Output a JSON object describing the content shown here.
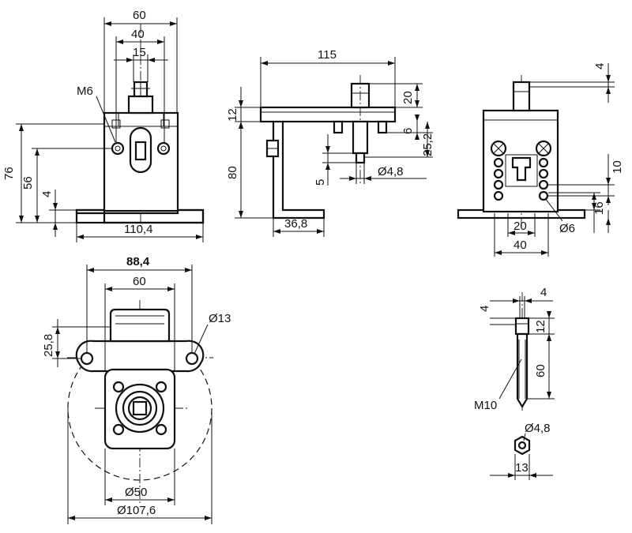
{
  "front_view": {
    "width_60": "60",
    "width_40": "40",
    "width_15": "15",
    "thread_label": "M6",
    "height_76": "76",
    "height_56": "56",
    "height_4": "4",
    "base_110_4": "110,4"
  },
  "side_view": {
    "length_115": "115",
    "height_12": "12",
    "height_20": "20",
    "height_80": "80",
    "height_6": "6",
    "height_25_2": "25,2",
    "height_5": "5",
    "diameter_4_8": "Ø4,8",
    "width_36_8": "36,8"
  },
  "rear_view": {
    "height_4": "4",
    "spacing_10": "10",
    "height_16": "16",
    "width_20": "20",
    "width_40": "40",
    "diameter_6": "Ø6"
  },
  "top_view": {
    "width_88_4": "88,4",
    "width_60": "60",
    "height_25_8": "25,8",
    "diameter_13": "Ø13",
    "diameter_50": "Ø50",
    "diameter_107_6": "Ø107,6"
  },
  "pin_detail": {
    "width_4_left": "4",
    "width_4_right": "4",
    "height_12": "12",
    "length_60": "60",
    "thread_label": "M10",
    "diameter_4_8": "Ø4,8",
    "width_13": "13"
  }
}
